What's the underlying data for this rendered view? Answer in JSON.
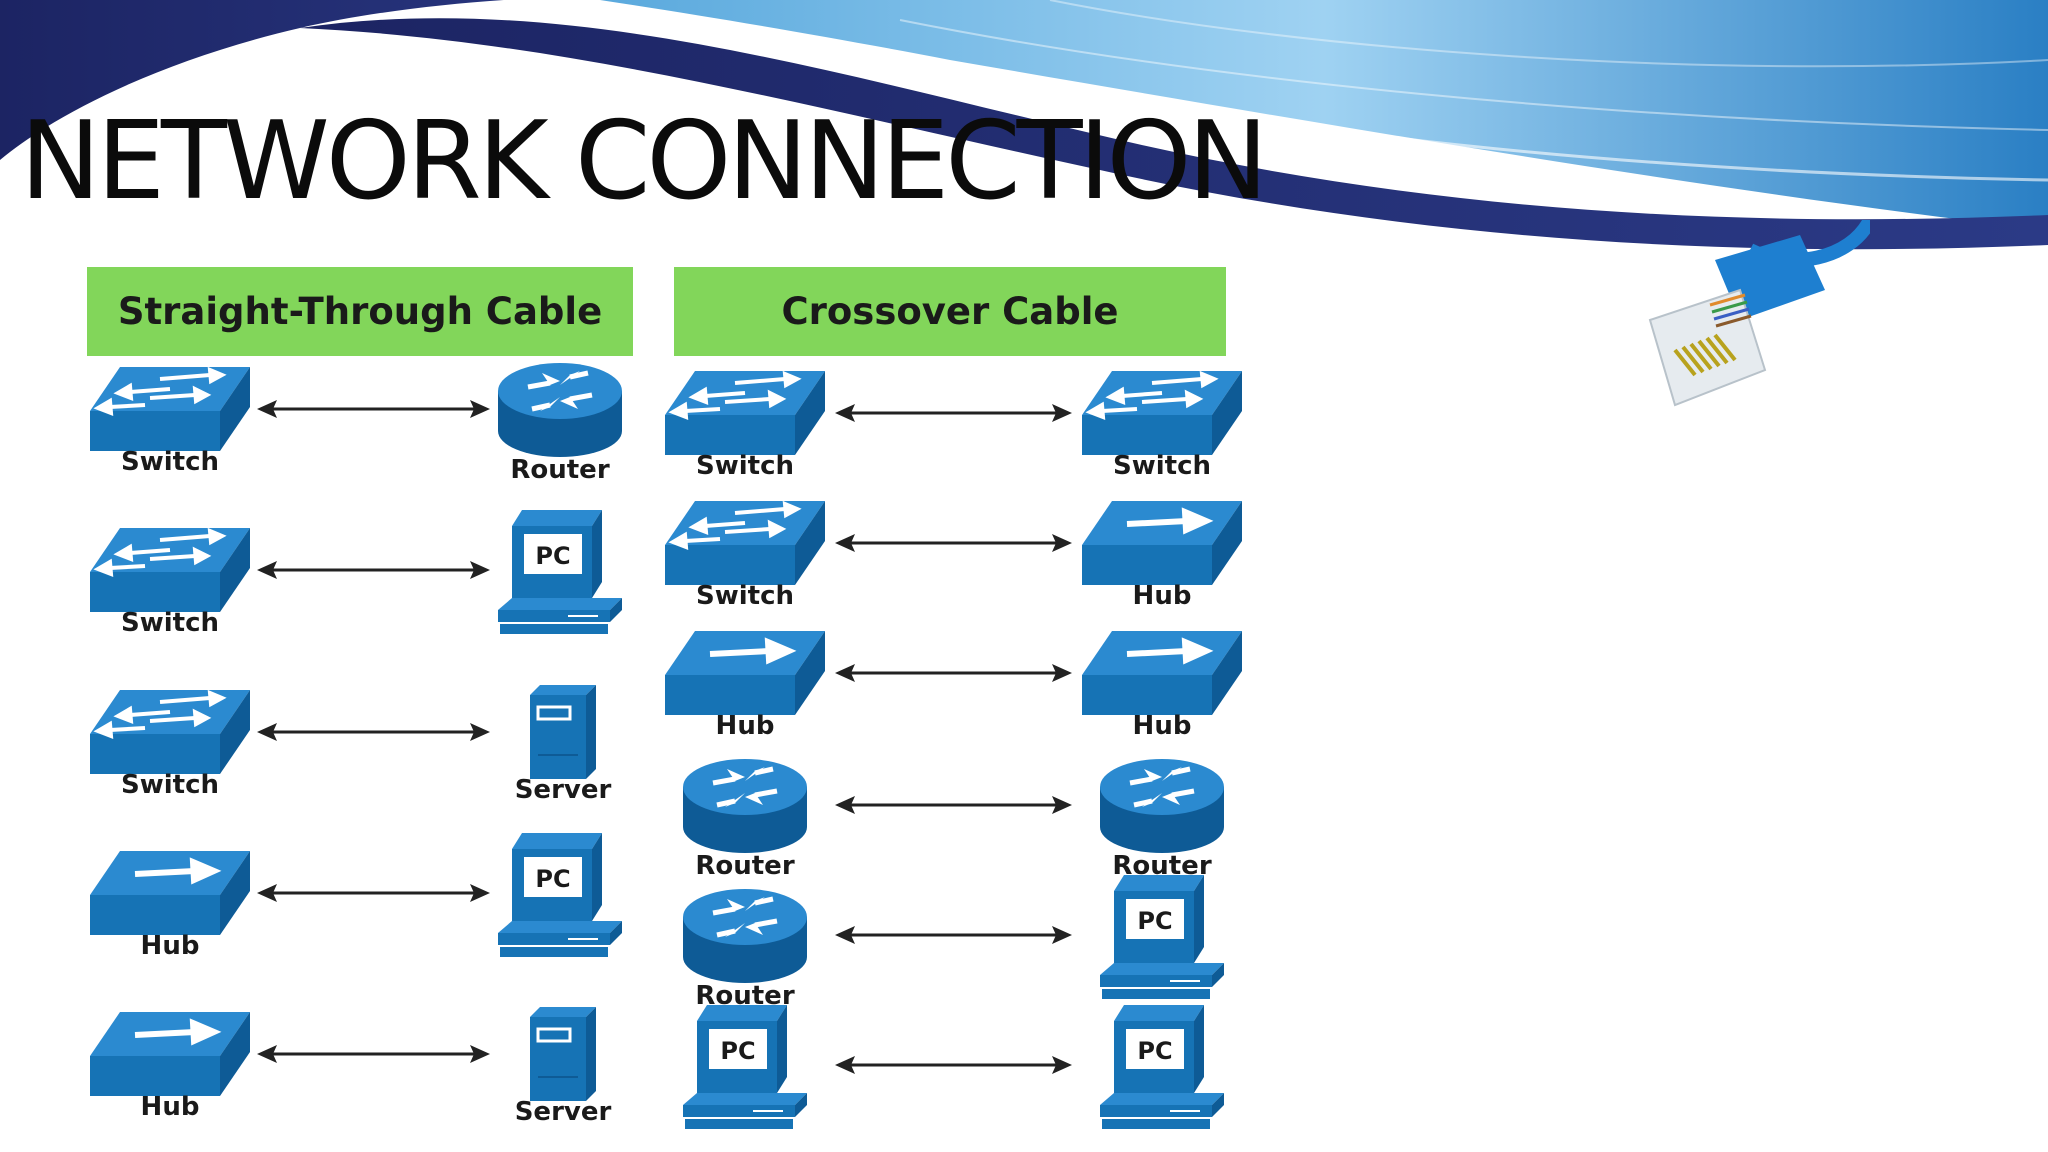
{
  "title": "NETWORK CONNECTION",
  "colors": {
    "header_green": "#82d65a",
    "device_blue": "#1673b5",
    "banner_navy": "#1f2a6b"
  },
  "straight_through": {
    "header": "Straight-Through  Cable",
    "rows": [
      {
        "left": {
          "type": "switch",
          "label": "Switch"
        },
        "right": {
          "type": "router",
          "label": "Router"
        }
      },
      {
        "left": {
          "type": "switch",
          "label": "Switch"
        },
        "right": {
          "type": "pc",
          "label": "",
          "screen_text": "PC"
        }
      },
      {
        "left": {
          "type": "switch",
          "label": "Switch"
        },
        "right": {
          "type": "server",
          "label": "Server"
        }
      },
      {
        "left": {
          "type": "hub",
          "label": "Hub"
        },
        "right": {
          "type": "pc",
          "label": "",
          "screen_text": "PC"
        }
      },
      {
        "left": {
          "type": "hub",
          "label": "Hub"
        },
        "right": {
          "type": "server",
          "label": "Server"
        }
      }
    ]
  },
  "crossover": {
    "header": "Crossover  Cable",
    "rows": [
      {
        "left": {
          "type": "switch",
          "label": "Switch"
        },
        "right": {
          "type": "switch",
          "label": "Switch"
        }
      },
      {
        "left": {
          "type": "switch",
          "label": "Switch"
        },
        "right": {
          "type": "hub",
          "label": "Hub"
        }
      },
      {
        "left": {
          "type": "hub",
          "label": "Hub"
        },
        "right": {
          "type": "hub",
          "label": "Hub"
        }
      },
      {
        "left": {
          "type": "router",
          "label": "Router"
        },
        "right": {
          "type": "router",
          "label": "Router"
        }
      },
      {
        "left": {
          "type": "router",
          "label": "Router"
        },
        "right": {
          "type": "pc",
          "label": "",
          "screen_text": "PC"
        }
      },
      {
        "left": {
          "type": "pc",
          "label": "",
          "screen_text": "PC"
        },
        "right": {
          "type": "pc",
          "label": "",
          "screen_text": "PC"
        }
      }
    ]
  },
  "decoration": {
    "connector_icon": "rj45-connector-icon"
  }
}
